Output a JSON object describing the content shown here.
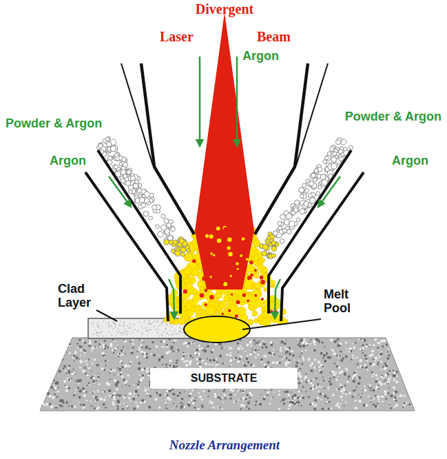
{
  "diagram": {
    "caption": "Nozzle Arrangement",
    "nodes": [
      {
        "text": [
          "SUBSTRATE"
        ]
      }
    ],
    "labels": [
      "Divergent",
      "Laser",
      "Beam",
      "Argon",
      "Powder & Argon",
      "Argon",
      "Powder & Argon",
      "Argon",
      "Clad Layer",
      "Melt Pool"
    ]
  }
}
